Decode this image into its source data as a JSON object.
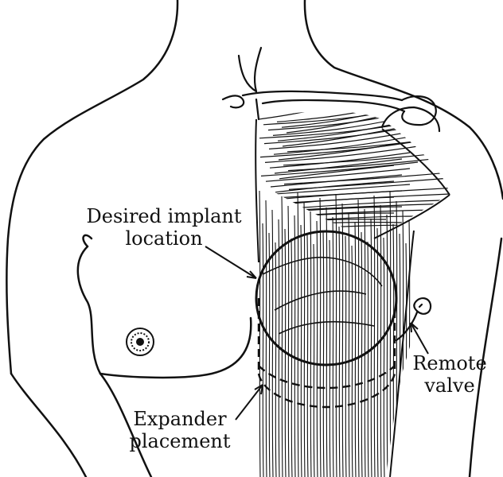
{
  "labels": {
    "desired_implant": [
      "Desired implant",
      "location"
    ],
    "remote_valve": [
      "Remote",
      "valve"
    ],
    "expander_placement": [
      "Expander",
      "placement"
    ]
  },
  "colors": {
    "ink": "#111111",
    "background": "#ffffff"
  }
}
